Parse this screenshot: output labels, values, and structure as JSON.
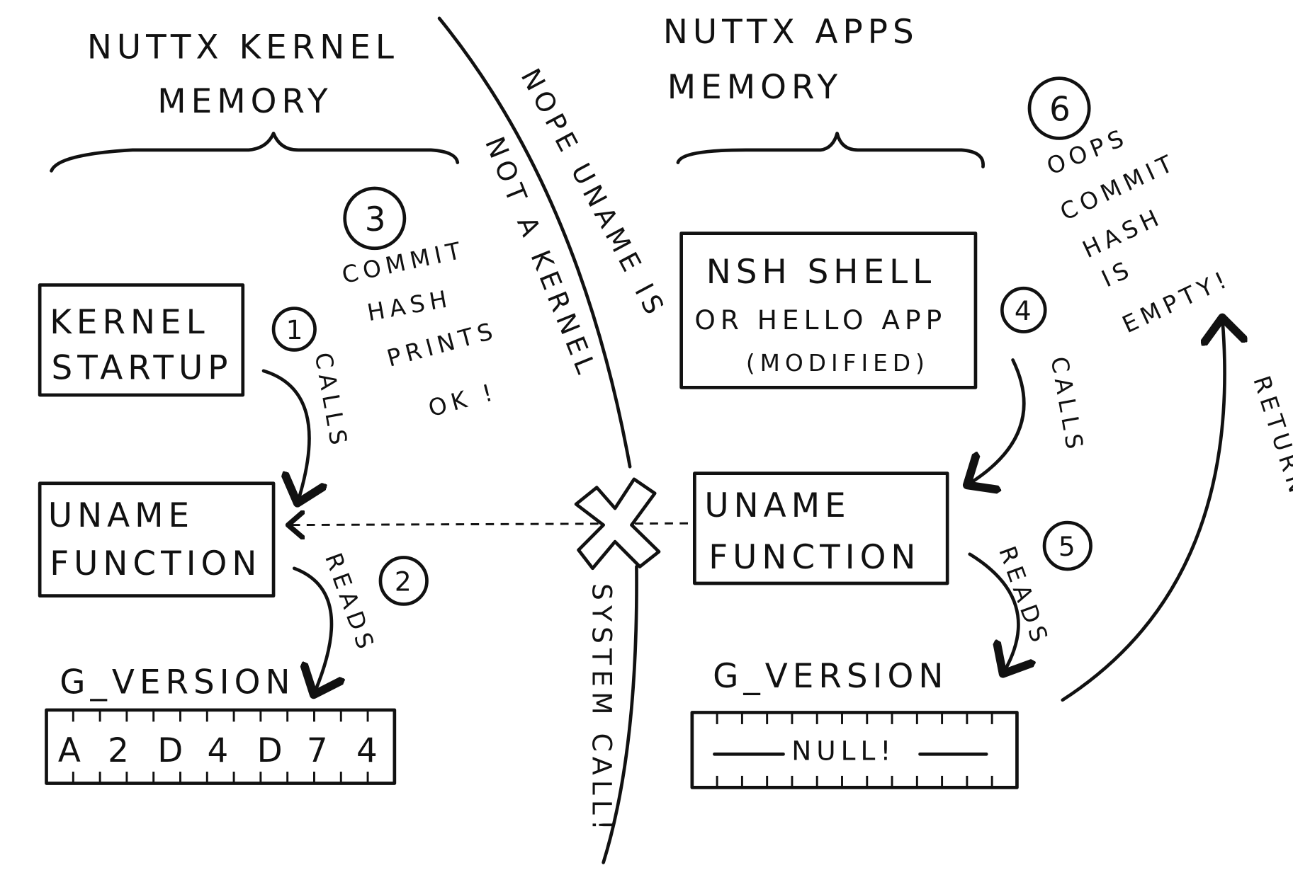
{
  "kernel_section": {
    "title_line1": "NUTTX KERNEL",
    "title_line2": "MEMORY",
    "startup_box": {
      "line1": "KERNEL",
      "line2": "STARTUP"
    },
    "uname_box": {
      "line1": "UNAME",
      "line2": "FUNCTION"
    },
    "variable_label": "G_VERSION",
    "variable_cells": [
      "A",
      "2",
      "D",
      "4",
      "D",
      "7",
      "4"
    ],
    "step1": {
      "number": "1",
      "label": "CALLS"
    },
    "step2": {
      "number": "2",
      "label": "READS"
    },
    "step3": {
      "number": "3",
      "line1": "COMMIT",
      "line2": "HASH",
      "line3": "PRINTS",
      "line4": "OK !"
    }
  },
  "boundary": {
    "right_text": "NOPE UNAME IS",
    "left_text": "NOT A KERNEL",
    "bottom_text": "SYSTEM CALL!"
  },
  "apps_section": {
    "title_line1": "NUTTX APPS",
    "title_line2": "MEMORY",
    "app_box": {
      "line1": "NSH SHELL",
      "line2": "OR HELLO APP",
      "line3": "(MODIFIED)"
    },
    "uname_box": {
      "line1": "UNAME",
      "line2": "FUNCTION"
    },
    "variable_label": "G_VERSION",
    "variable_value": "NULL!",
    "step4": {
      "number": "4",
      "label": "CALLS"
    },
    "step5": {
      "number": "5",
      "label": "READS"
    },
    "step6": {
      "number": "6",
      "line1": "OOPS",
      "line2": "COMMIT",
      "line3": "HASH",
      "line4": "IS",
      "line5": "EMPTY!"
    },
    "returns_label": "RETURNS"
  }
}
